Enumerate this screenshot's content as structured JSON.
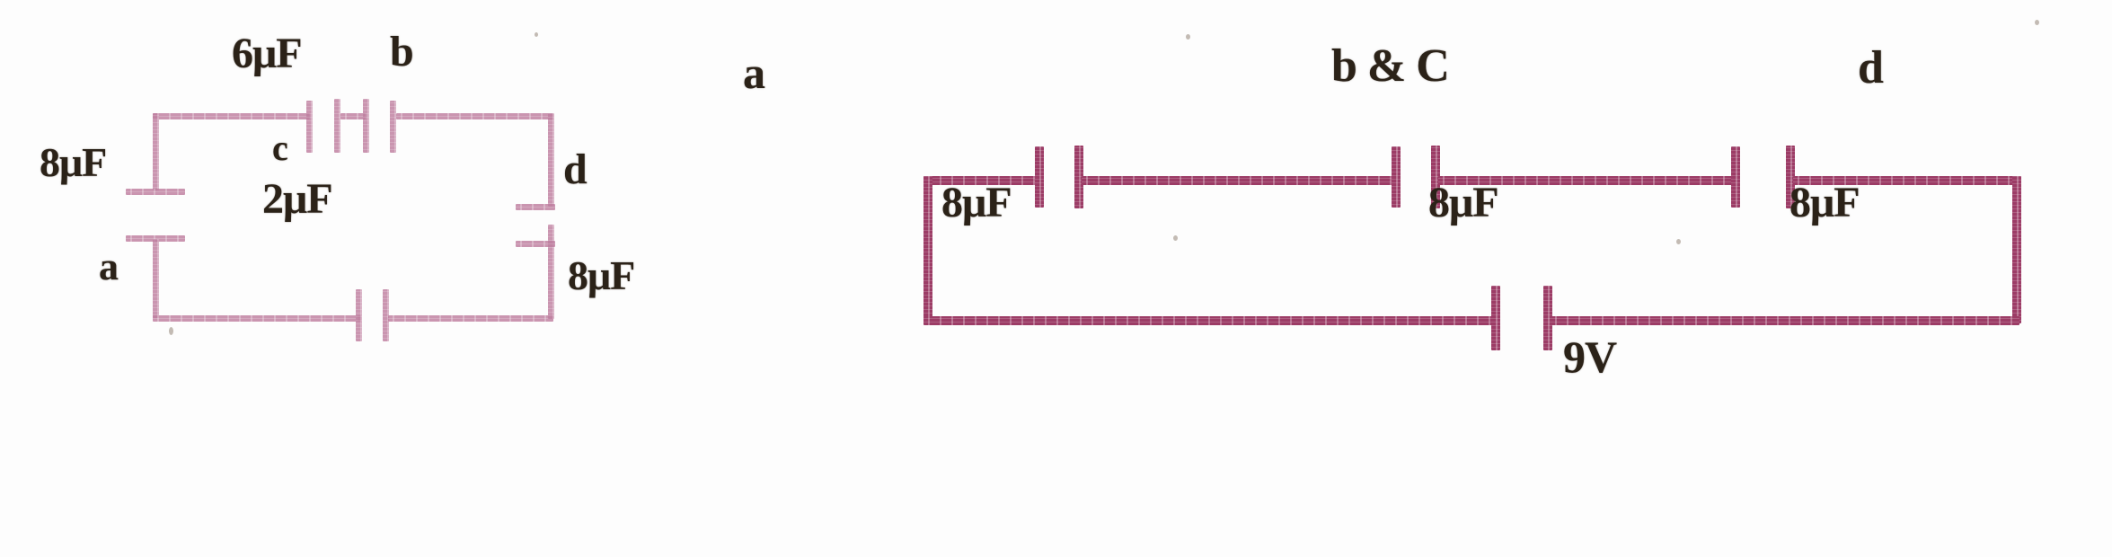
{
  "figure": {
    "title": "Capacitor network and its series equivalent",
    "ink_color": "#a8557e",
    "text_color": "#2b2218",
    "background": "#fdfdfd"
  },
  "left_circuit": {
    "name": "original-capacitor-network",
    "labels": {
      "cap_left": "8μF",
      "cap_top_left": "6μF",
      "cap_top_right": "2μF",
      "cap_bottom": "8μF",
      "node_a": "a",
      "node_b": "b",
      "node_c": "c",
      "node_d": "d"
    }
  },
  "right_circuit": {
    "name": "equivalent-series-circuit",
    "labels": {
      "node_a": "a",
      "node_bc": "b & C",
      "node_d": "d",
      "cap_1": "8μF",
      "cap_2": "8μF",
      "cap_3": "8μF",
      "battery": "9V"
    }
  },
  "chart_data": {
    "type": "diagram",
    "title": "Capacitor circuit redrawn as series network",
    "circuits": [
      {
        "id": "left",
        "kind": "capacitor-network",
        "nodes": [
          "a",
          "b",
          "c",
          "d"
        ],
        "components": [
          {
            "type": "capacitor",
            "value": "8μF",
            "position": "left-branch",
            "orientation": "horizontal-plates"
          },
          {
            "type": "capacitor",
            "value": "6μF",
            "position": "top-branch-left",
            "node": "b",
            "orientation": "vertical-plates"
          },
          {
            "type": "capacitor",
            "value": "2μF",
            "position": "top-branch-right",
            "node": "c",
            "orientation": "vertical-plates"
          },
          {
            "type": "capacitor",
            "value": "8μF",
            "position": "bottom-branch",
            "orientation": "vertical-plates"
          }
        ]
      },
      {
        "id": "right",
        "kind": "series-equivalent",
        "nodes": [
          "a",
          "b & C",
          "d"
        ],
        "components": [
          {
            "type": "capacitor",
            "value": "8μF",
            "position": "top-series-1"
          },
          {
            "type": "capacitor",
            "value": "8μF",
            "position": "top-series-2"
          },
          {
            "type": "capacitor",
            "value": "8μF",
            "position": "top-series-3"
          },
          {
            "type": "battery",
            "value": "9V",
            "position": "bottom-branch"
          }
        ]
      }
    ]
  }
}
